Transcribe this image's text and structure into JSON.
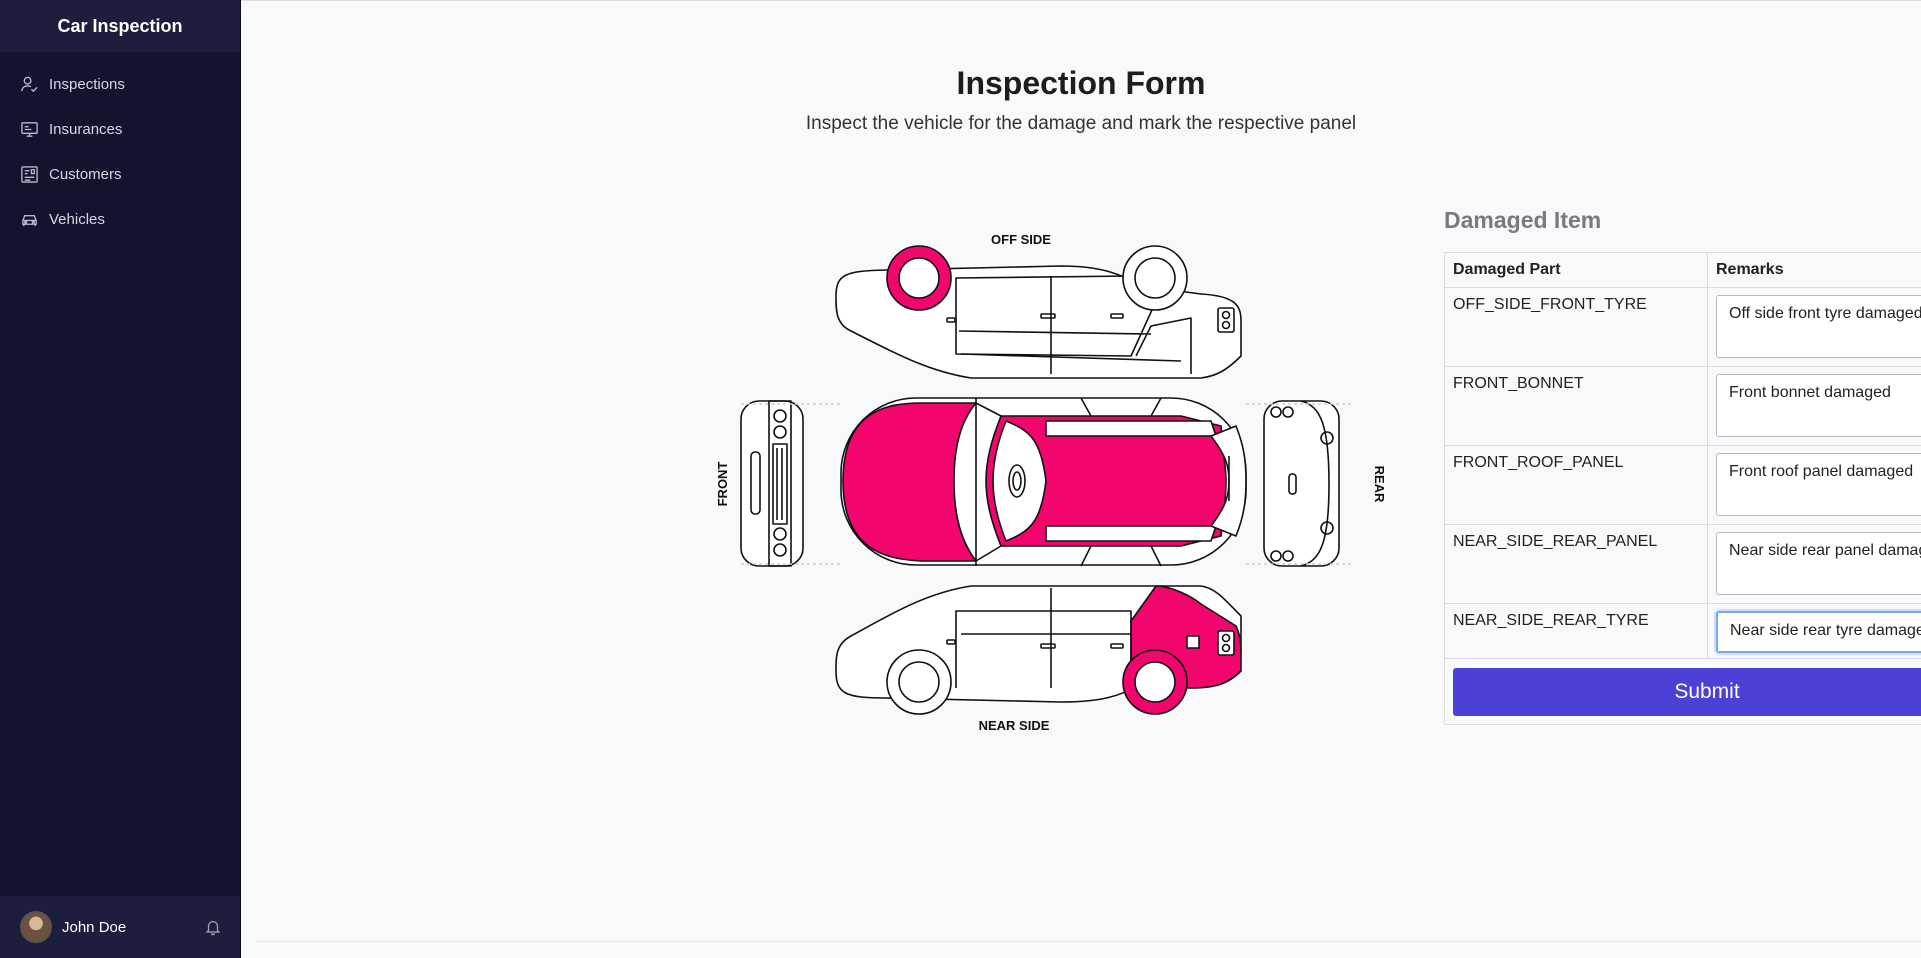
{
  "app": {
    "title": "Car Inspection"
  },
  "sidebar": {
    "items": [
      {
        "label": "Inspections",
        "icon": "user-check-icon"
      },
      {
        "label": "Insurances",
        "icon": "monitor-icon"
      },
      {
        "label": "Customers",
        "icon": "id-card-icon"
      },
      {
        "label": "Vehicles",
        "icon": "car-icon"
      }
    ],
    "user": {
      "name": "John Doe"
    }
  },
  "page": {
    "title": "Inspection Form",
    "subtitle": "Inspect the vehicle for the damage and mark the respective panel"
  },
  "diagram": {
    "labels": {
      "off_side": "OFF SIDE",
      "near_side": "NEAR SIDE",
      "front": "FRONT",
      "rear": "REAR"
    },
    "highlight_color": "#f2056c",
    "damaged_panels": [
      "OFF_SIDE_FRONT_TYRE",
      "FRONT_BONNET",
      "FRONT_ROOF_PANEL",
      "NEAR_SIDE_REAR_PANEL",
      "NEAR_SIDE_REAR_TYRE"
    ]
  },
  "damaged": {
    "title": "Damaged Item",
    "count": "5",
    "headers": {
      "part": "Damaged Part",
      "remarks": "Remarks"
    },
    "rows": [
      {
        "part": "OFF_SIDE_FRONT_TYRE",
        "remark": "Off side front tyre damaged"
      },
      {
        "part": "FRONT_BONNET",
        "remark": "Front bonnet damaged"
      },
      {
        "part": "FRONT_ROOF_PANEL",
        "remark": "Front roof panel damaged"
      },
      {
        "part": "NEAR_SIDE_REAR_PANEL",
        "remark": "Near side rear panel damaged"
      },
      {
        "part": "NEAR_SIDE_REAR_TYRE",
        "remark": "Near side rear tyre damaged"
      }
    ],
    "submit_label": "Submit"
  },
  "colors": {
    "sidebar_bg": "#13132f",
    "accent": "#4b41d6",
    "damage": "#f2056c"
  }
}
